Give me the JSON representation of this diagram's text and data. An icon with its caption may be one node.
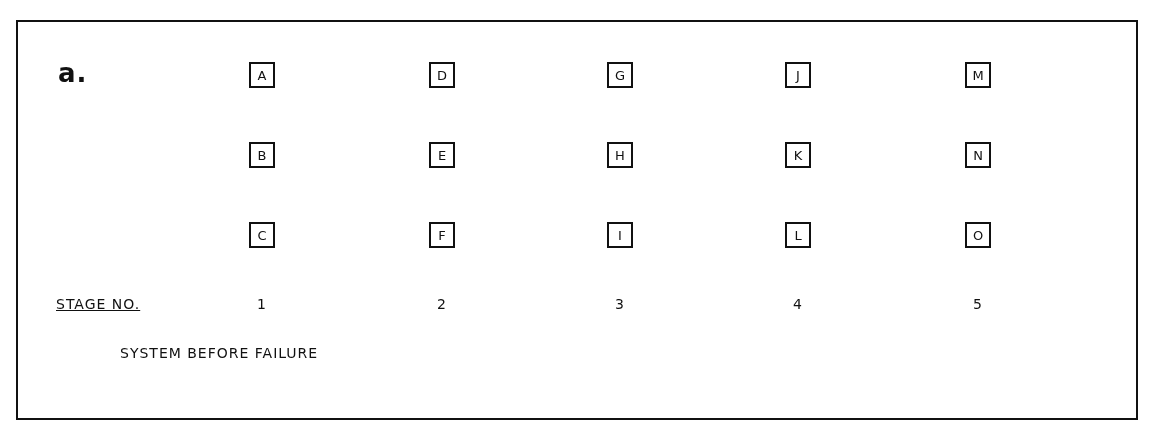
{
  "diagram": {
    "caption": "SYSTEM BEFORE FAILURE",
    "nodes": [
      {
        "text": [
          "A"
        ]
      },
      {
        "text": [
          "D"
        ]
      },
      {
        "text": [
          "G"
        ]
      },
      {
        "text": [
          "J"
        ]
      },
      {
        "text": [
          "M"
        ]
      },
      {
        "text": [
          "B"
        ]
      },
      {
        "text": [
          "E"
        ]
      },
      {
        "text": [
          "H"
        ]
      },
      {
        "text": [
          "K"
        ]
      },
      {
        "text": [
          "N"
        ]
      },
      {
        "text": [
          "C"
        ]
      },
      {
        "text": [
          "F"
        ]
      },
      {
        "text": [
          "I"
        ]
      },
      {
        "text": [
          "L"
        ]
      },
      {
        "text": [
          "O"
        ]
      }
    ],
    "edges": [],
    "labels": [
      "a.",
      "STAGE NO.",
      "1",
      "2",
      "3",
      "4",
      "5"
    ]
  }
}
